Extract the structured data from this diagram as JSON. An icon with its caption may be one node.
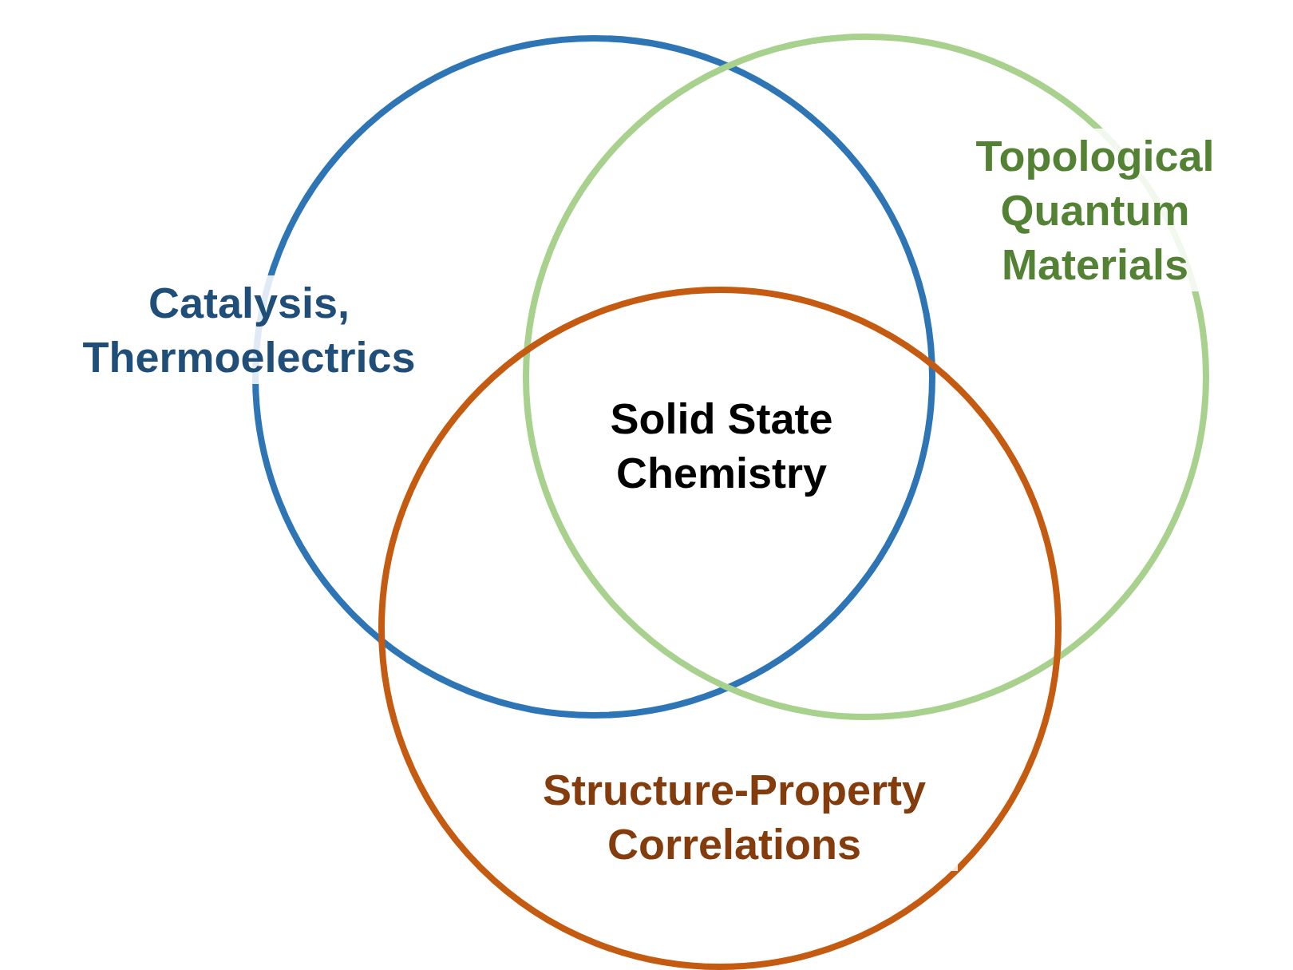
{
  "diagram": {
    "nodes": [
      {
        "text": [
          "Catalysis, Thermoelectrics"
        ]
      },
      {
        "text": [
          "Topological Quantum Materials"
        ]
      },
      {
        "text": [
          "Structure-Property Correlations"
        ]
      }
    ],
    "labels": [
      "Solid State Chemistry"
    ]
  }
}
